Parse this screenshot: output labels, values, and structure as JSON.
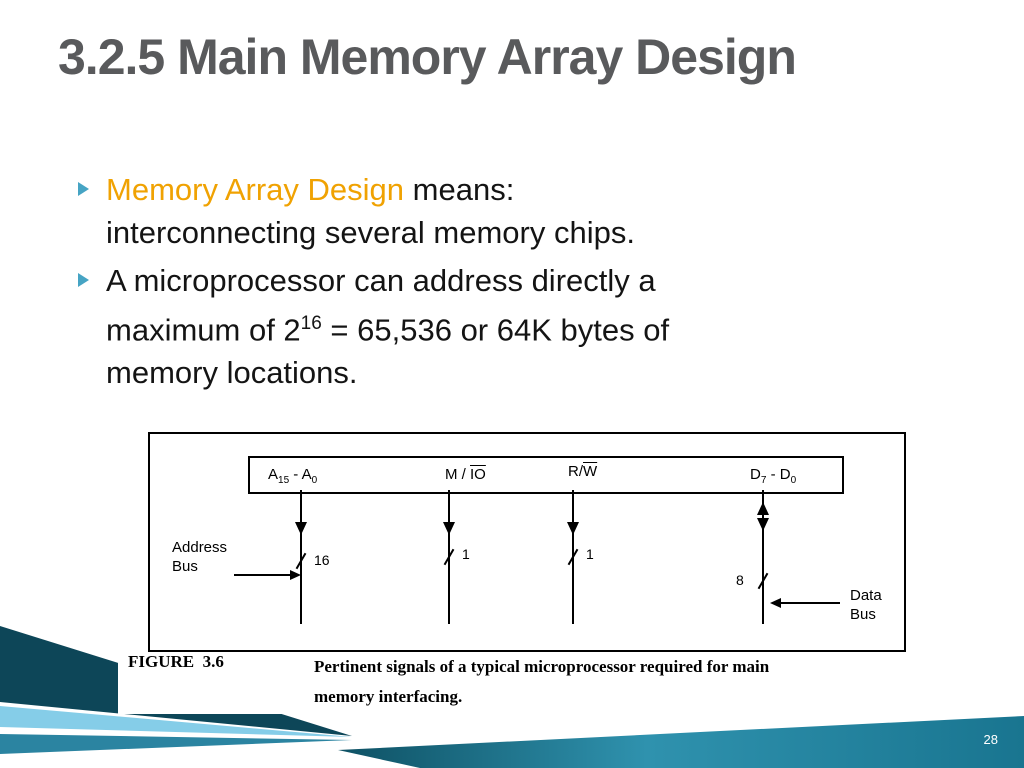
{
  "slide": {
    "title": "3.2.5 Main Memory Array Design",
    "page_number": "28"
  },
  "bullets": {
    "b1": {
      "highlight": "Memory Array Design",
      "after": " means:",
      "line2": "interconnecting several memory chips."
    },
    "b2": {
      "l1": "A microprocessor can address directly a",
      "l2a": "maximum of 2",
      "exp": "16",
      "l2b": " = 65,536 or 64K bytes of",
      "l3": "memory locations."
    }
  },
  "figure": {
    "bus_rect_labels": {
      "address": {
        "p1": "A",
        "s1": "15",
        "p2": " - A",
        "s2": "0"
      },
      "mio": {
        "prefix": "M / ",
        "over": "IO"
      },
      "rw": {
        "prefix": "R/",
        "over": "W"
      },
      "data": {
        "p1": "D",
        "s1": "7",
        "p2": " - D",
        "s2": "0"
      }
    },
    "bus_widths": {
      "address": "16",
      "mio": "1",
      "rw": "1",
      "data": "8"
    },
    "address_bus": {
      "l1": "Address",
      "l2": "Bus"
    },
    "data_bus": {
      "l1": "Data",
      "l2": "Bus"
    },
    "caption": {
      "tag": "FIGURE  3.6",
      "l1": "Pertinent signals of a typical microprocessor required for main",
      "l2": "memory interfacing."
    }
  },
  "colors": {
    "accent_orange": "#F0A202",
    "bullet_marker": "#46A4C4",
    "title_gray": "#595A5C",
    "decoration_dark": "#0D4658",
    "decoration_light": "#85CDE8",
    "decoration_teal": "#2B84A1"
  }
}
